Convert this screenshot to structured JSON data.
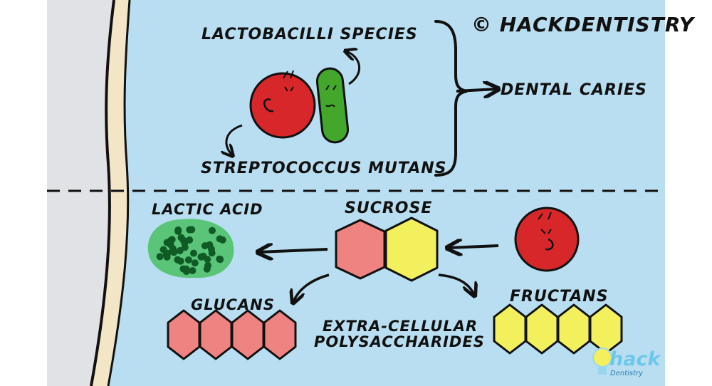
{
  "credit": "© HACKDENTISTRY",
  "labels": {
    "lactobacilli": "LACTOBACILLI SPECIES",
    "streptococcus": "STREPTOCOCCUS MUTANS",
    "dental_caries": "DENTAL CARIES",
    "lactic_acid": "LACTIC ACID",
    "sucrose": "SUCROSE",
    "glucans": "GLUCANS",
    "fructans": "FRUCTANS",
    "epc_line1": "EXTRA-CELLULAR",
    "epc_line2": "POLYSACCHARIDES"
  },
  "logo": {
    "word": "hack",
    "sub": "Dentistry"
  },
  "colors": {
    "background": "#b9def1",
    "tooth_wall": "#e1e2e5",
    "enamel": "#f3e6c6",
    "bacterium_red": "#d7272b",
    "bacterium_green": "#42a72b",
    "glucose_pink": "#ef8381",
    "fructose_yellow": "#f3f05d",
    "lactic_acid_green": "#49c063",
    "lactic_acid_dots": "#0f5a25"
  }
}
